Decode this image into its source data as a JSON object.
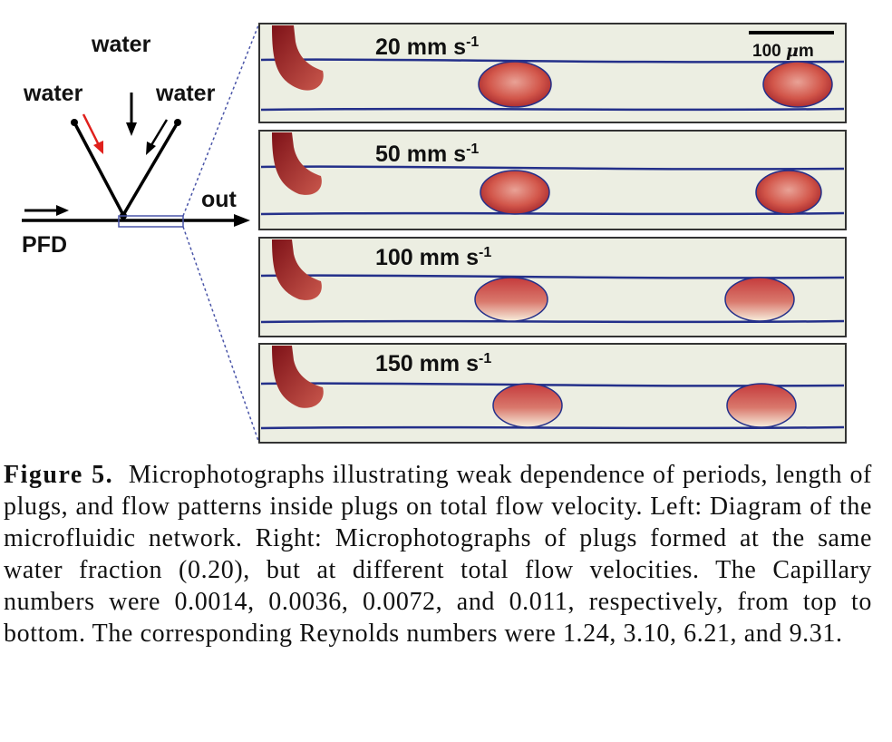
{
  "diagram": {
    "water_top": "water",
    "water_left": "water",
    "water_right": "water",
    "out": "out",
    "inlet": "PFD",
    "arrow_red_color": "#e0201c",
    "channel_box_color": "#4a55a8"
  },
  "panels": [
    {
      "velocity": "20",
      "unit": "mm s",
      "exp": "-1"
    },
    {
      "velocity": "50",
      "unit": "mm s",
      "exp": "-1"
    },
    {
      "velocity": "100",
      "unit": "mm s",
      "exp": "-1"
    },
    {
      "velocity": "150",
      "unit": "mm s",
      "exp": "-1"
    }
  ],
  "scale_bar": {
    "value": "100",
    "mu": "μ",
    "unit": "m"
  },
  "colors": {
    "wall": "#24308a",
    "plug": "#c8463a",
    "plug_dark": "#8c1a1c",
    "background": "#eceee2"
  },
  "caption": {
    "label": "Figure 5.",
    "text": "Microphotographs illustrating weak dependence of periods, length of plugs, and flow patterns inside plugs on total flow velocity. Left: Diagram of the microfluidic network. Right: Microphotographs of plugs formed at the same water fraction (0.20), but at different total flow velocities. The Capillary numbers were 0.0014, 0.0036, 0.0072, and 0.011, respectively, from top to bottom. The corresponding Reynolds numbers were 1.24, 3.10, 6.21, and 9.31."
  }
}
